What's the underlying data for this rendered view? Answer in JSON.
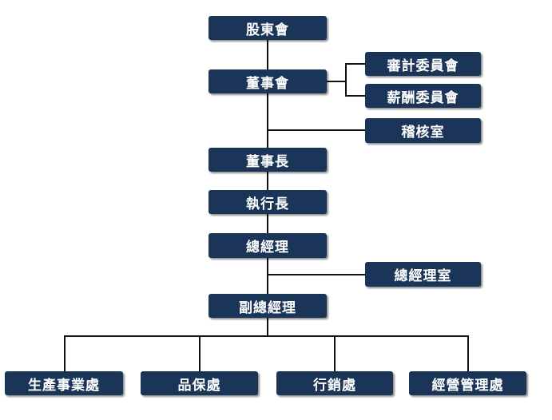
{
  "org_chart": {
    "shareholders_meeting": "股東會",
    "board_of_directors": "董事會",
    "audit_committee": "審計委員會",
    "compensation_committee": "薪酬委員會",
    "internal_audit_office": "稽核室",
    "chairman": "董事長",
    "ceo": "執行長",
    "general_manager": "總經理",
    "general_manager_office": "總經理室",
    "deputy_general_manager": "副總經理",
    "production_division": "生產事業處",
    "quality_assurance_division": "品保處",
    "sales_division": "行銷處",
    "business_management_division": "經營管理處"
  }
}
